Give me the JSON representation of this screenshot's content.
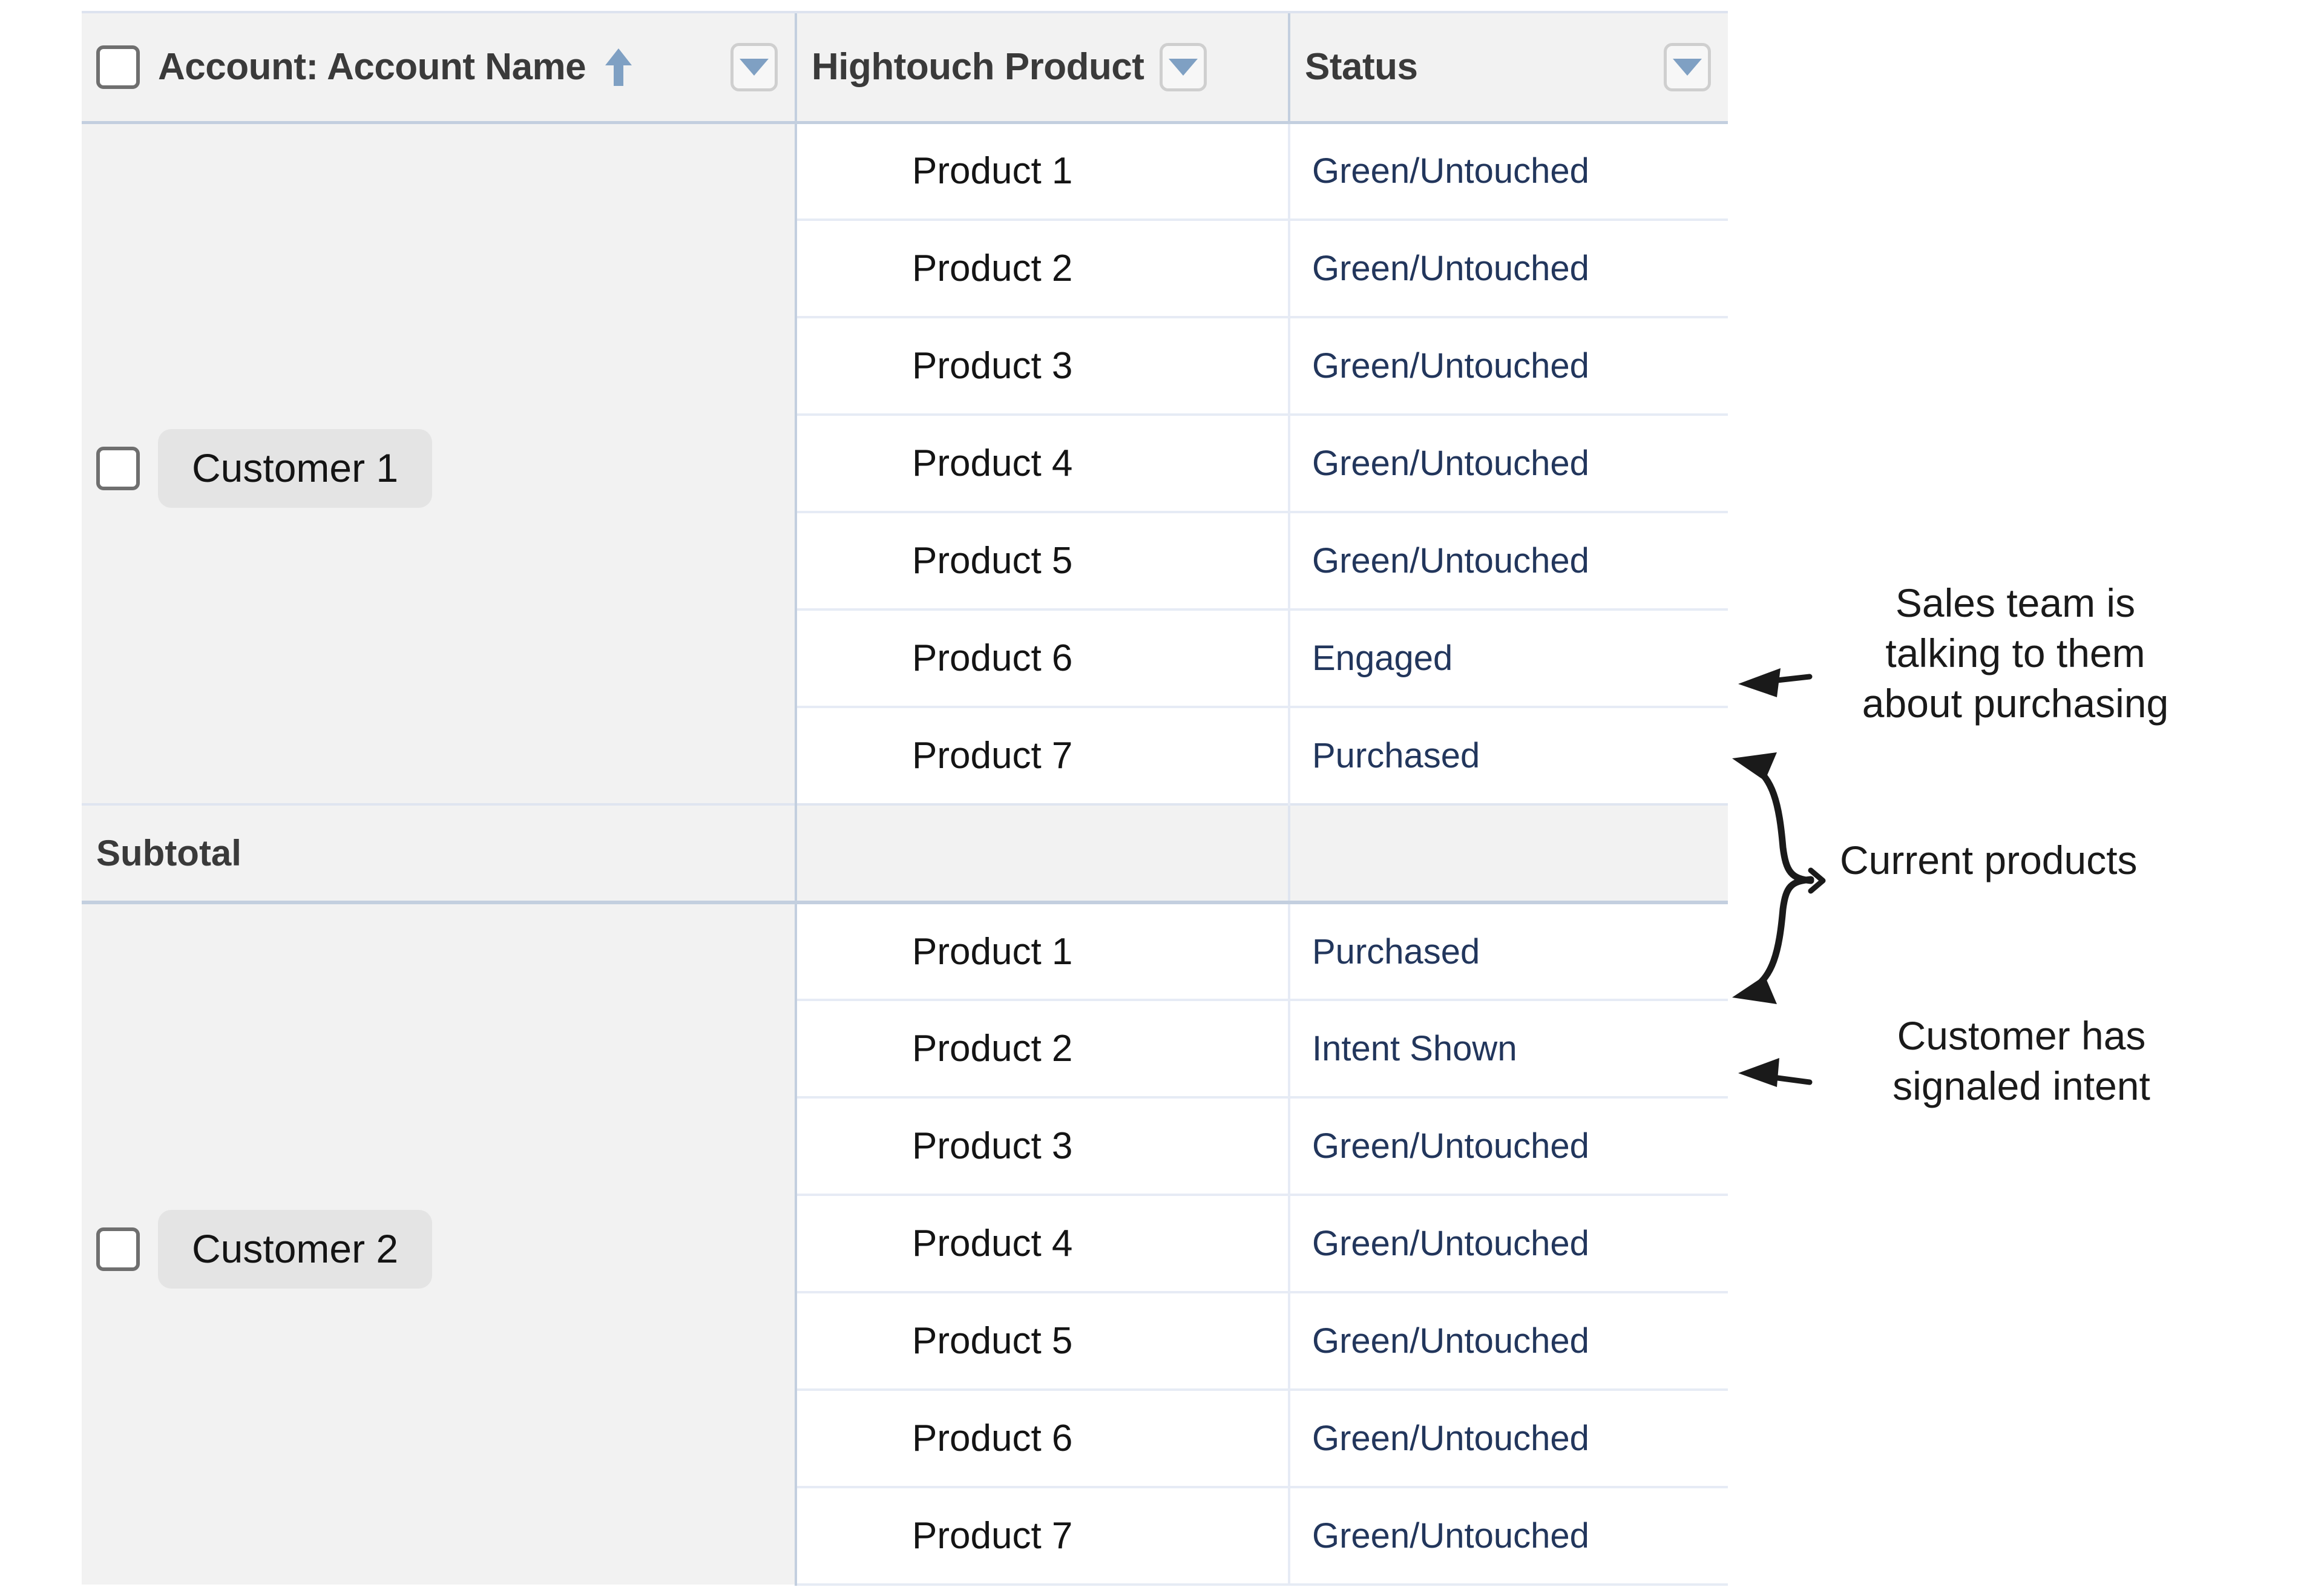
{
  "table": {
    "columns": [
      {
        "key": "account",
        "label": "Account: Account Name",
        "sort": "ascending",
        "sort_icon": "arrow-up-icon",
        "filter_icon": "chevron-down-icon",
        "has_checkbox": true
      },
      {
        "key": "product",
        "label": "Hightouch Product",
        "filter_icon": "chevron-down-icon",
        "has_checkbox": false
      },
      {
        "key": "status",
        "label": "Status",
        "filter_icon": "chevron-down-icon",
        "has_checkbox": false
      }
    ],
    "groups": [
      {
        "account_name": "Customer 1",
        "checkbox_checked": false,
        "rows": [
          {
            "product": "Product 1",
            "status": "Green/Untouched"
          },
          {
            "product": "Product 2",
            "status": "Green/Untouched"
          },
          {
            "product": "Product 3",
            "status": "Green/Untouched"
          },
          {
            "product": "Product 4",
            "status": "Green/Untouched"
          },
          {
            "product": "Product 5",
            "status": "Green/Untouched"
          },
          {
            "product": "Product 6",
            "status": "Engaged"
          },
          {
            "product": "Product 7",
            "status": "Purchased"
          }
        ],
        "subtotal_label": "Subtotal"
      },
      {
        "account_name": "Customer 2",
        "checkbox_checked": false,
        "rows": [
          {
            "product": "Product 1",
            "status": "Purchased"
          },
          {
            "product": "Product 2",
            "status": "Intent Shown"
          },
          {
            "product": "Product 3",
            "status": "Green/Untouched"
          },
          {
            "product": "Product 4",
            "status": "Green/Untouched"
          },
          {
            "product": "Product 5",
            "status": "Green/Untouched"
          },
          {
            "product": "Product 6",
            "status": "Green/Untouched"
          },
          {
            "product": "Product 7",
            "status": "Green/Untouched"
          }
        ],
        "subtotal_label": null
      }
    ]
  },
  "annotations": [
    {
      "id": "sales",
      "text": "Sales team is\ntalking to them\nabout purchasing",
      "arrow": "left-arrow-icon"
    },
    {
      "id": "current",
      "text": "Current products",
      "arrow": "curly-brace-double-arrow-icon"
    },
    {
      "id": "intent",
      "text": "Customer has\nsignaled intent",
      "arrow": "left-arrow-icon"
    }
  ],
  "colors": {
    "status_text": "#22365c",
    "header_bg": "#f2f2f2",
    "group_bg": "#f2f2f2",
    "row_border": "#e6ebf5",
    "column_divider": "#c3cfdf",
    "pill_bg": "#e4e4e4",
    "icon_blue": "#7fa0c3"
  }
}
